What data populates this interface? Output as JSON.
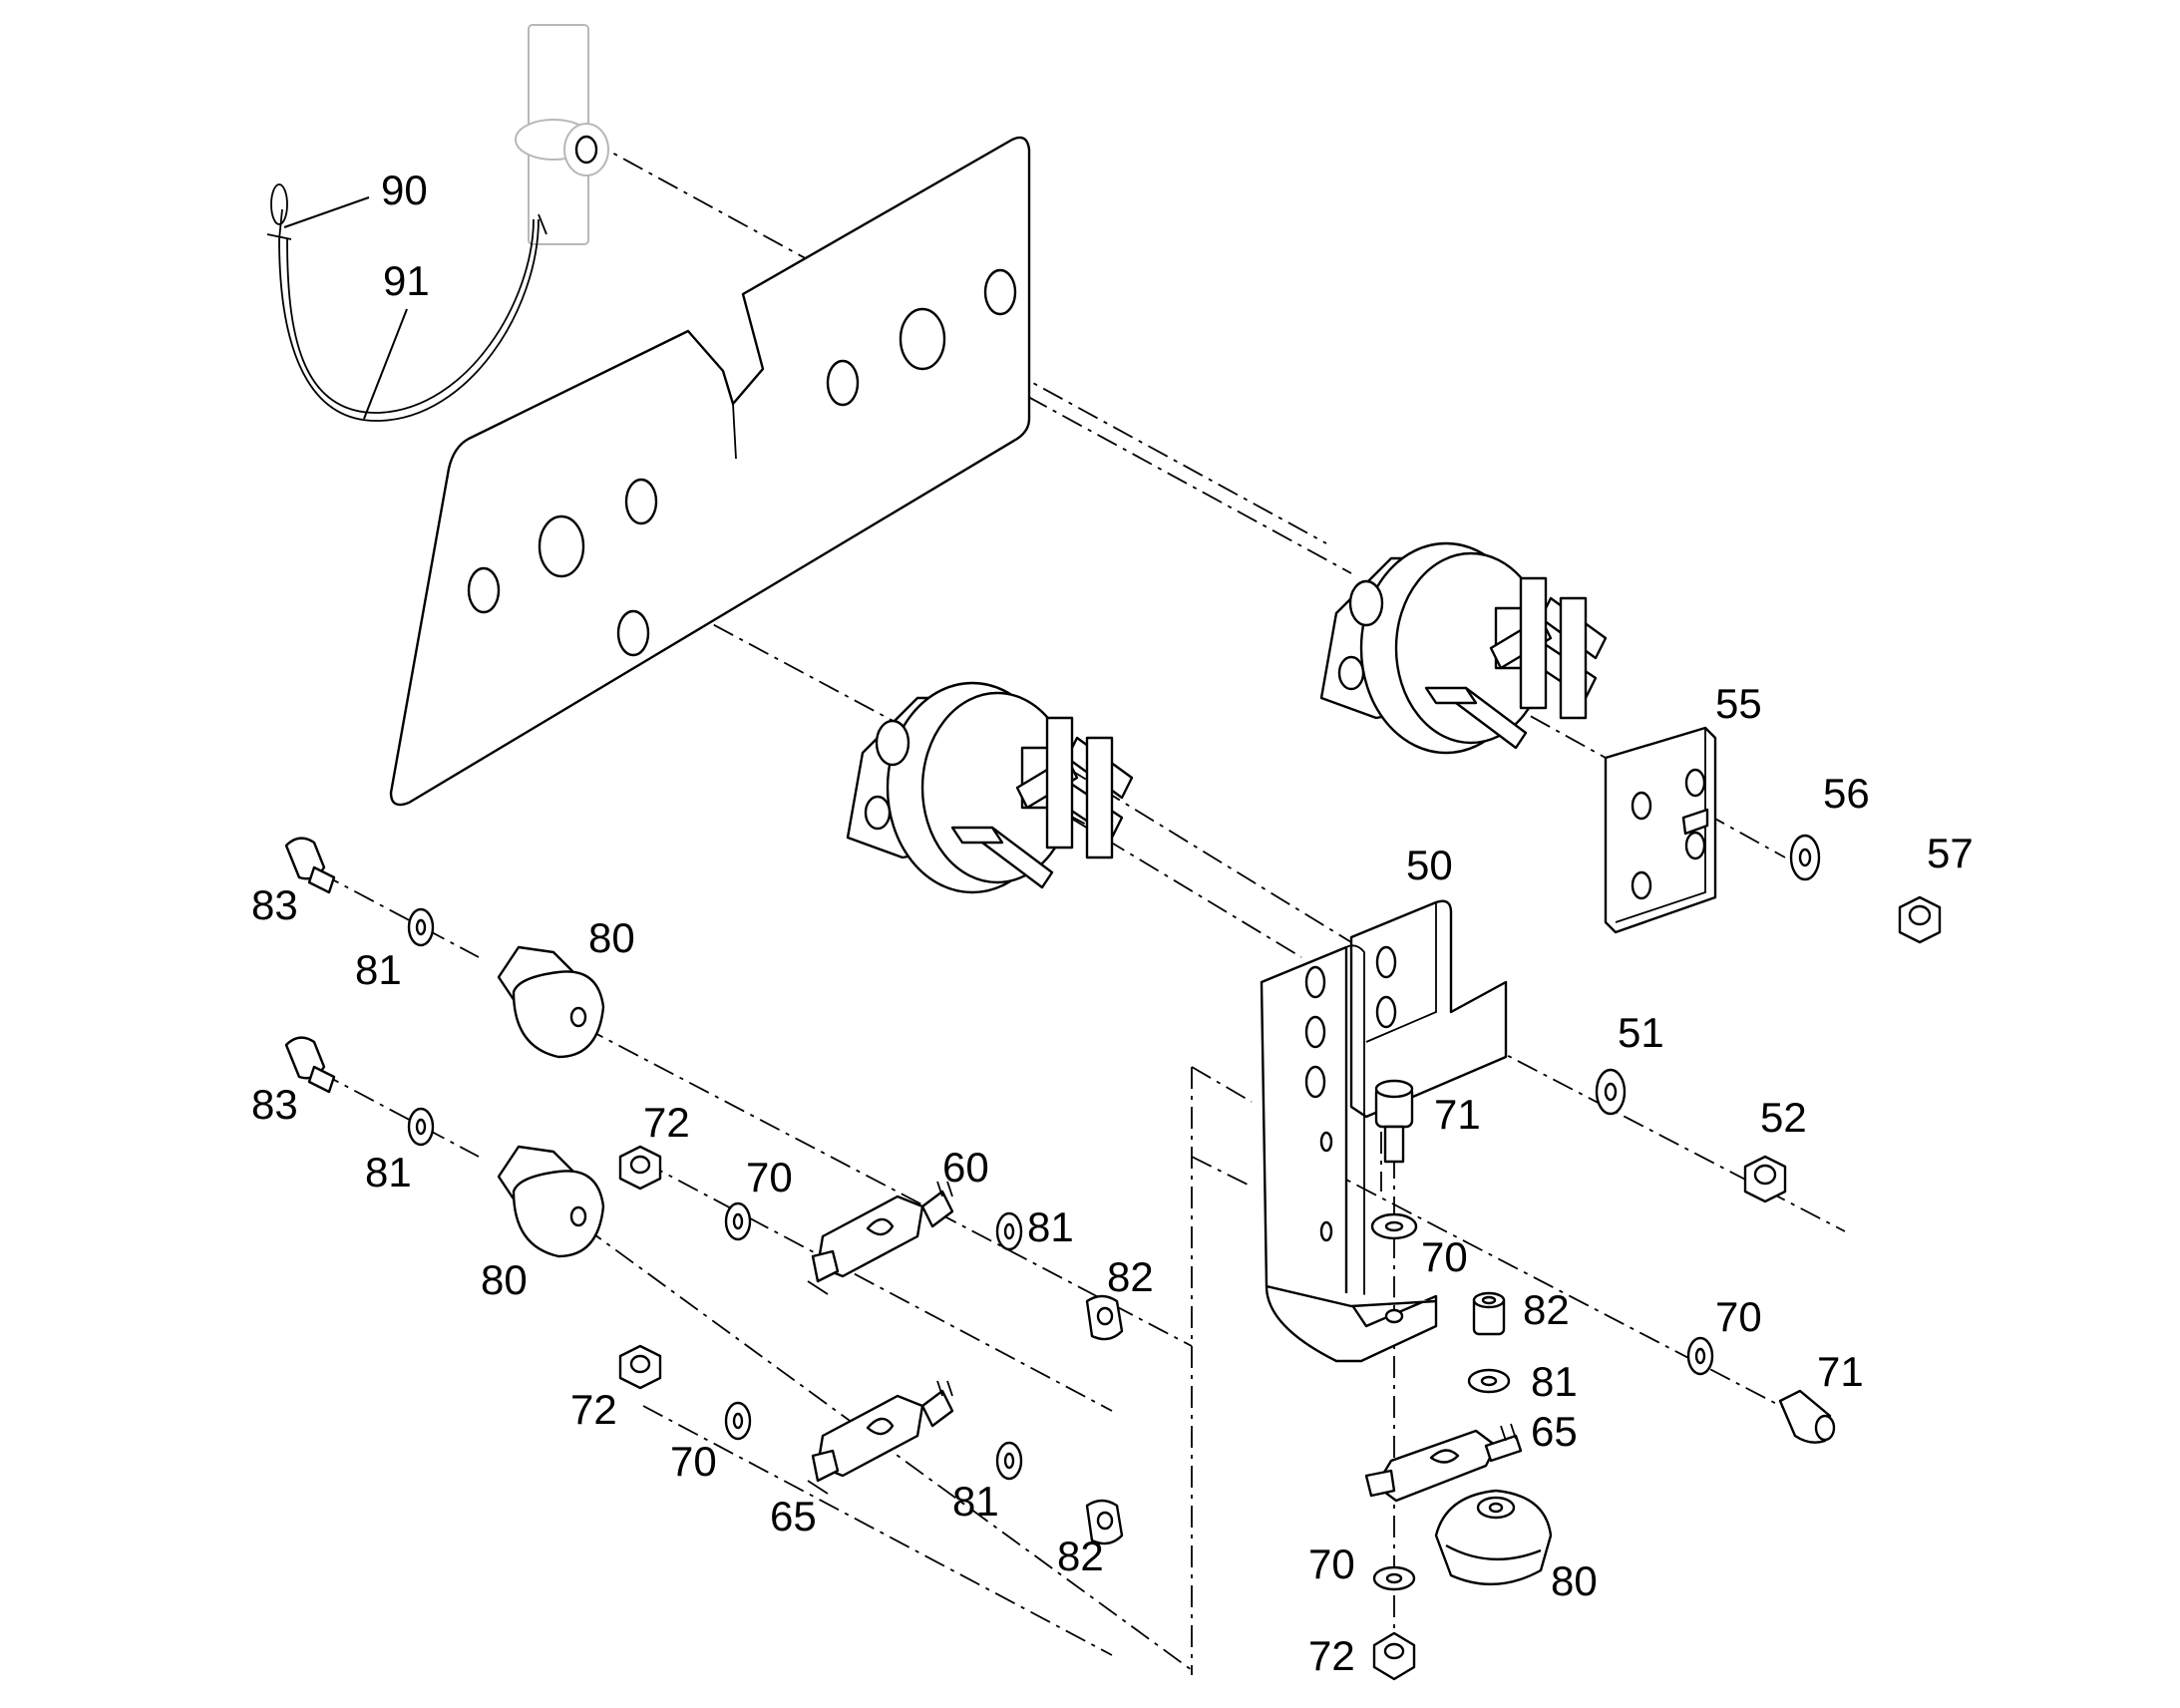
{
  "callouts": [
    {
      "id": "c90",
      "text": "90"
    },
    {
      "id": "c91",
      "text": "91"
    },
    {
      "id": "c55",
      "text": "55"
    },
    {
      "id": "c56",
      "text": "56"
    },
    {
      "id": "c57",
      "text": "57"
    },
    {
      "id": "c50",
      "text": "50"
    },
    {
      "id": "c83a",
      "text": "83"
    },
    {
      "id": "c81a",
      "text": "81"
    },
    {
      "id": "c80a",
      "text": "80"
    },
    {
      "id": "c51",
      "text": "51"
    },
    {
      "id": "c52",
      "text": "52"
    },
    {
      "id": "c83b",
      "text": "83"
    },
    {
      "id": "c81b",
      "text": "81"
    },
    {
      "id": "c72a",
      "text": "72"
    },
    {
      "id": "c70a",
      "text": "70"
    },
    {
      "id": "c60",
      "text": "60"
    },
    {
      "id": "c71a",
      "text": "71"
    },
    {
      "id": "c70b",
      "text": "70"
    },
    {
      "id": "c80b",
      "text": "80"
    },
    {
      "id": "c81c",
      "text": "81"
    },
    {
      "id": "c82a",
      "text": "82"
    },
    {
      "id": "c82b",
      "text": "82"
    },
    {
      "id": "c70c",
      "text": "70"
    },
    {
      "id": "c81d",
      "text": "81"
    },
    {
      "id": "c71b",
      "text": "71"
    },
    {
      "id": "c72b",
      "text": "72"
    },
    {
      "id": "c70d",
      "text": "70"
    },
    {
      "id": "c65a",
      "text": "65"
    },
    {
      "id": "c81e",
      "text": "81"
    },
    {
      "id": "c65b",
      "text": "65"
    },
    {
      "id": "c82c",
      "text": "82"
    },
    {
      "id": "c70e",
      "text": "70"
    },
    {
      "id": "c80c",
      "text": "80"
    },
    {
      "id": "c72c",
      "text": "72"
    }
  ]
}
